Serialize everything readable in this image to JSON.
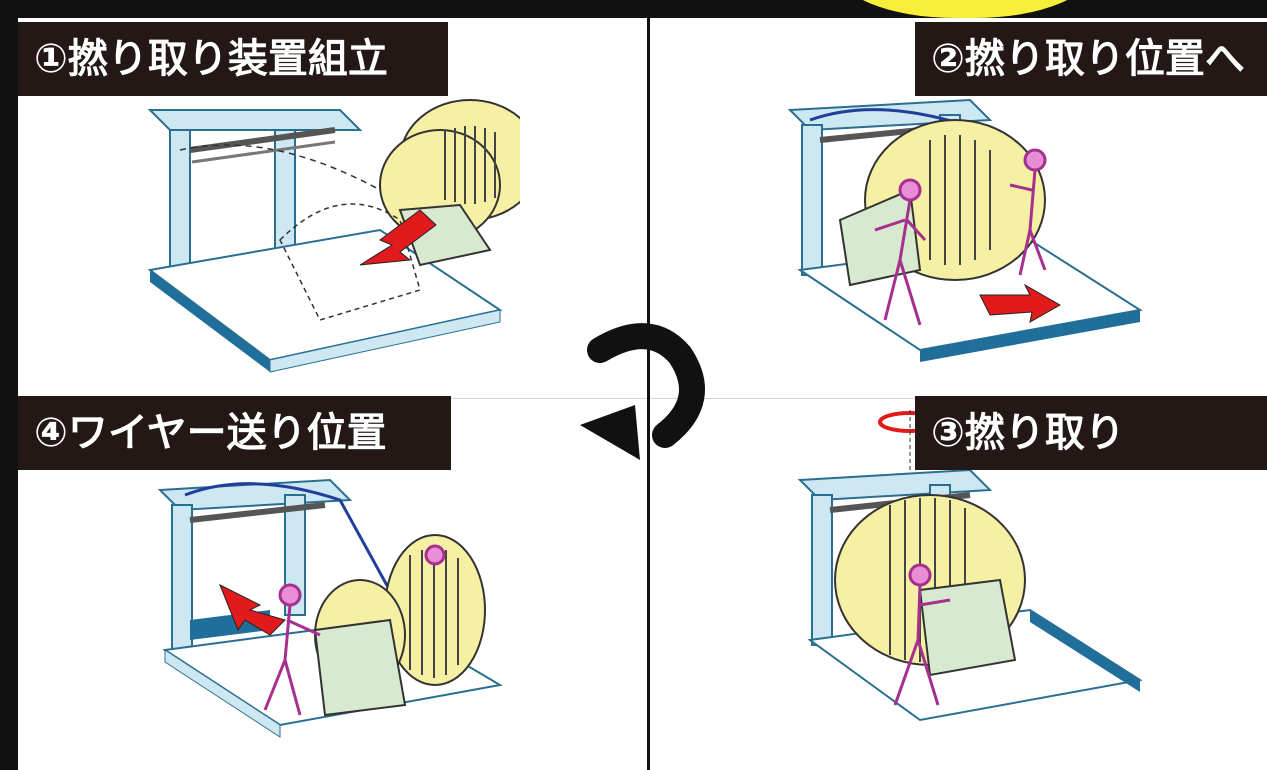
{
  "steps": [
    {
      "label": "①撚り取り装置組立"
    },
    {
      "label": "②撚り取り位置へ"
    },
    {
      "label": "③撚り取り"
    },
    {
      "label": "④ワイヤー送り位置"
    }
  ],
  "colors": {
    "frame": "#cde8f3",
    "frame_stroke": "#2a6f8f",
    "base_band": "#1f6f9a",
    "drum": "#f6f0a4",
    "body": "#d7ead0",
    "worker": "#e98ed6",
    "arrow": "#e11b1b",
    "label_bg": "#231815"
  },
  "icons": [
    "cycle-arrow-icon",
    "red-arrow-icon",
    "rotation-ring-icon"
  ]
}
